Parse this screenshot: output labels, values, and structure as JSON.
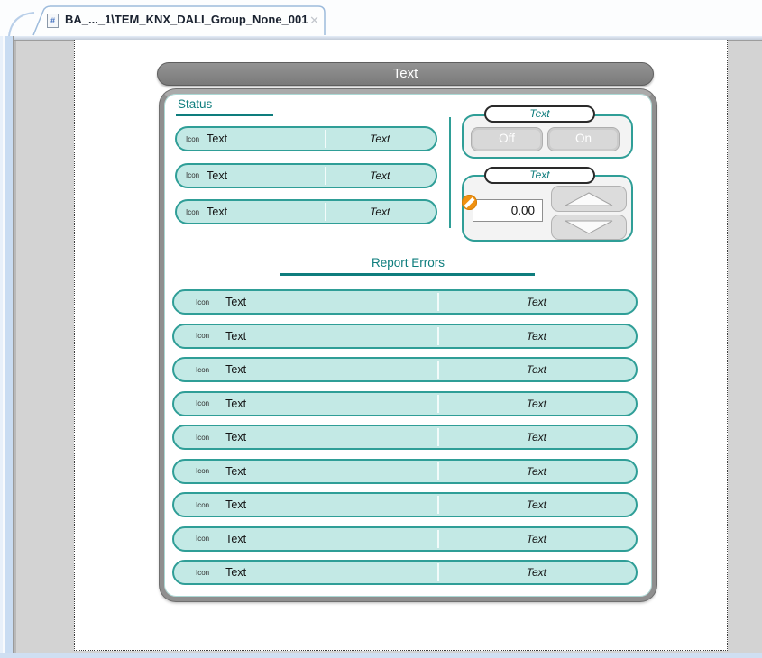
{
  "tab": {
    "icon": "document-hash-icon",
    "icon_glyph": "#",
    "title": "BA_..._1\\TEM_KNX_DALI_Group_None_001",
    "close_glyph": "✕"
  },
  "page": {
    "title_bar_text": "Text"
  },
  "status": {
    "heading": "Status",
    "rows": [
      {
        "icon_label": "Icon",
        "label": "Text",
        "value": "Text"
      },
      {
        "icon_label": "Icon",
        "label": "Text",
        "value": "Text"
      },
      {
        "icon_label": "Icon",
        "label": "Text",
        "value": "Text"
      }
    ]
  },
  "switch_group": {
    "label": "Text",
    "off_button": "Off",
    "on_button": "On"
  },
  "value_group": {
    "label": "Text",
    "value": "0.00",
    "blocked_icon": "no-entry-icon",
    "up_icon": "triangle-up-icon",
    "down_icon": "triangle-down-icon"
  },
  "report": {
    "heading": "Report Errors",
    "rows": [
      {
        "icon_label": "Icon",
        "label": "Text",
        "value": "Text"
      },
      {
        "icon_label": "Icon",
        "label": "Text",
        "value": "Text"
      },
      {
        "icon_label": "Icon",
        "label": "Text",
        "value": "Text"
      },
      {
        "icon_label": "Icon",
        "label": "Text",
        "value": "Text"
      },
      {
        "icon_label": "Icon",
        "label": "Text",
        "value": "Text"
      },
      {
        "icon_label": "Icon",
        "label": "Text",
        "value": "Text"
      },
      {
        "icon_label": "Icon",
        "label": "Text",
        "value": "Text"
      },
      {
        "icon_label": "Icon",
        "label": "Text",
        "value": "Text"
      },
      {
        "icon_label": "Icon",
        "label": "Text",
        "value": "Text"
      }
    ]
  },
  "colors": {
    "teal_heading": "#0e7d7d",
    "teal_border": "#2f9e97",
    "pill_fill": "#c3e9e5",
    "title_bar_gray": "#858585",
    "panel_border_gray": "#8f8f8f",
    "button_gray": "#d8d8d8",
    "no_entry_orange": "#f09111",
    "frame_blue": "#c9dcf2",
    "canvas_gray": "#d3d3d3"
  }
}
